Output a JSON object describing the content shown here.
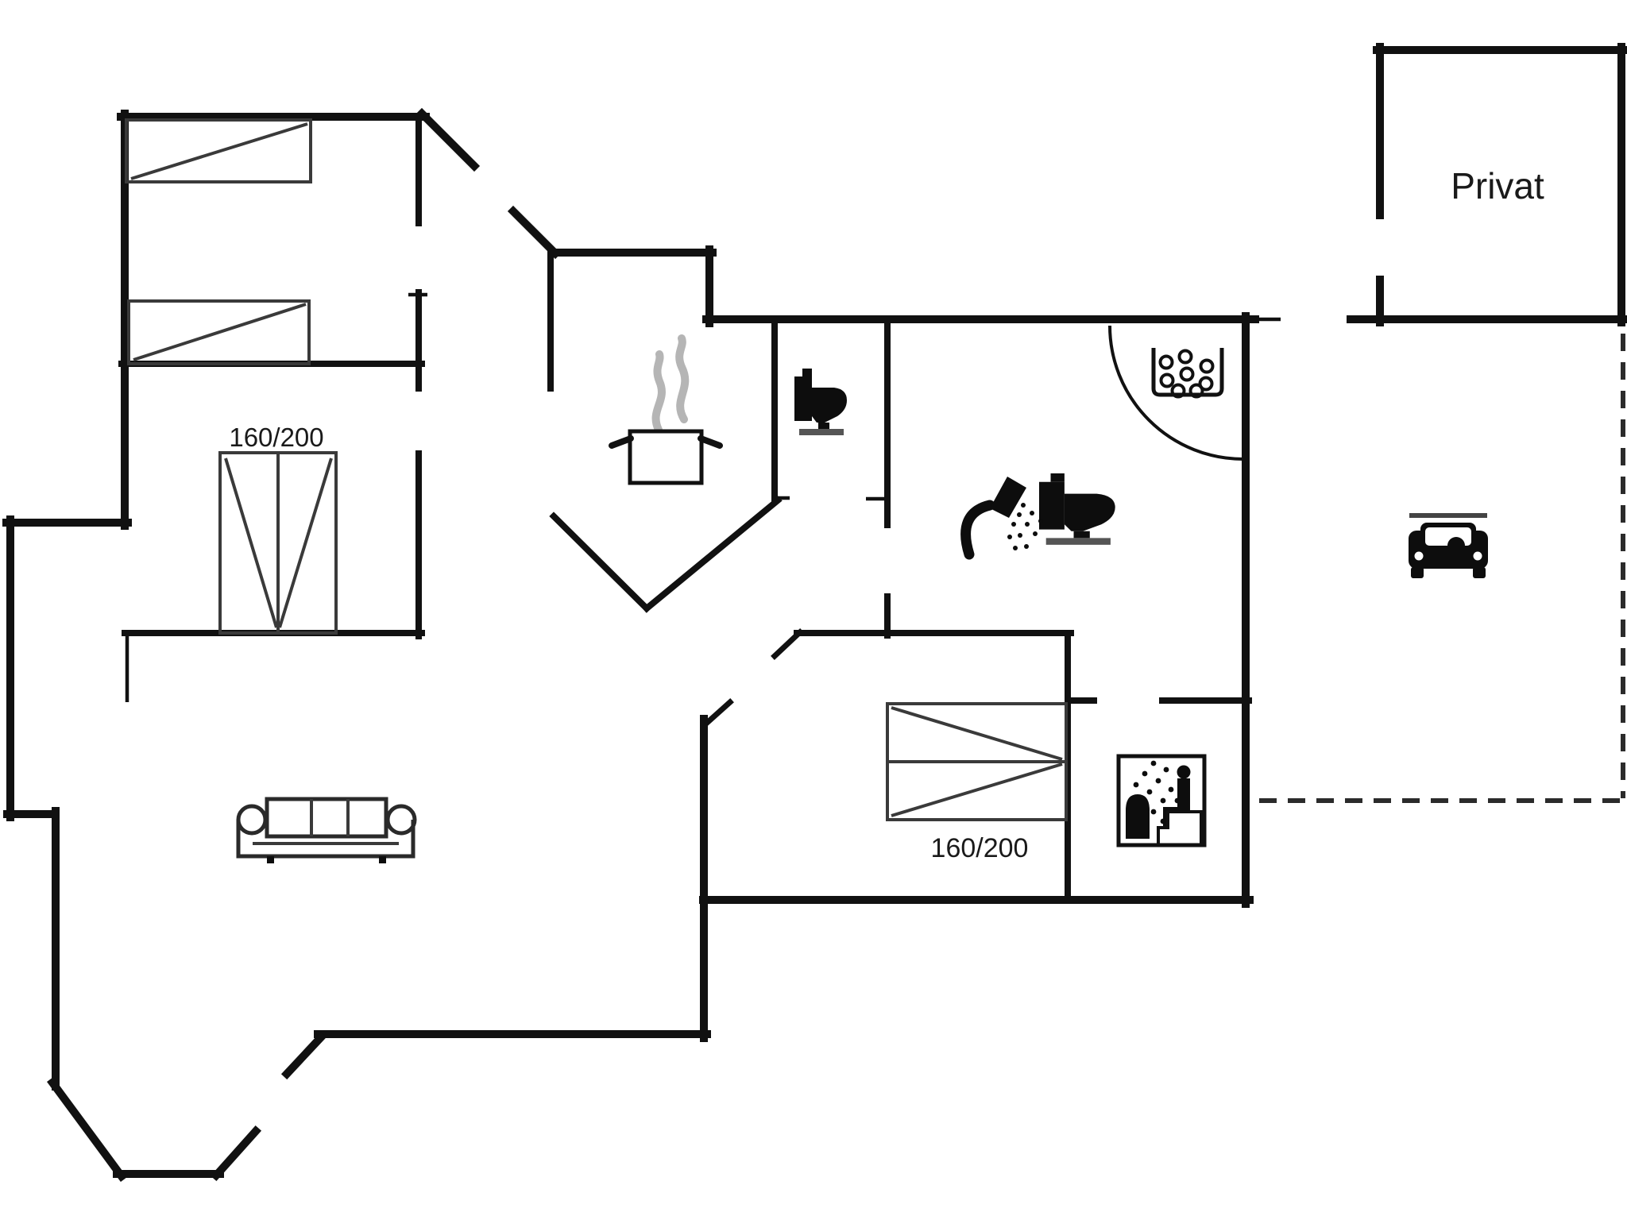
{
  "labels": {
    "private_room": "Privat",
    "double_bed_left": "160/200",
    "double_bed_bottom": "160/200"
  },
  "colors": {
    "background": "#ffffff",
    "wall": "#111111",
    "furniture_outline": "#3a3a3a",
    "fixture_black": "#0d0d0d",
    "steam_gray": "#b5b5b5",
    "boundary_dashed": "#2b2b2b",
    "base_gray": "#555555"
  },
  "icons": [
    "single-bed-icon",
    "single-bed-icon",
    "double-bed-vertical-icon",
    "double-bed-horizontal-icon",
    "cooking-pot-icon",
    "steam-icon",
    "toilet-icon",
    "toilet-icon",
    "hand-shower-icon",
    "dish-basket-icon",
    "sauna-icon",
    "sofa-icon",
    "car-carport-icon",
    "door-swing-arc-icon"
  ]
}
